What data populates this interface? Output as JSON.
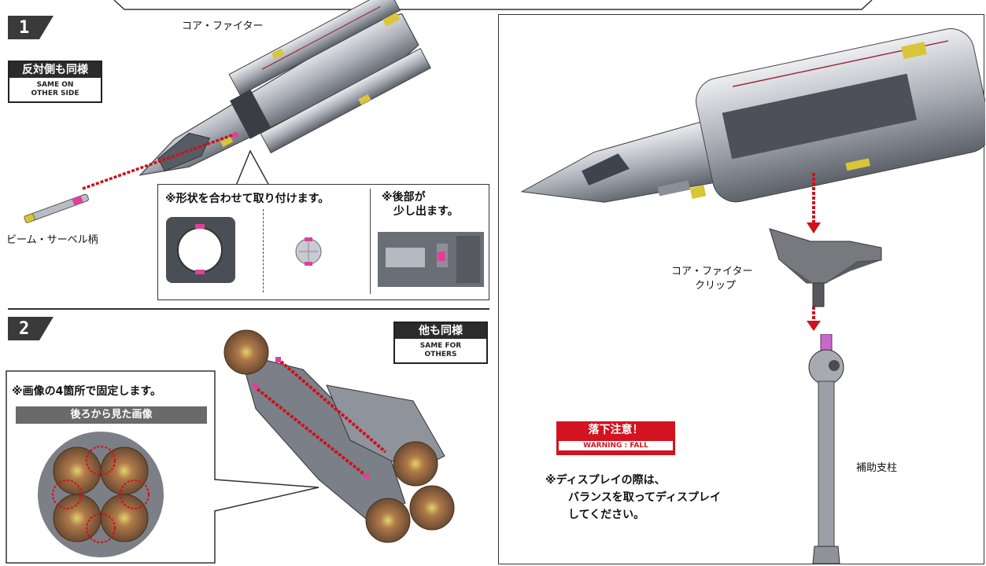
{
  "step1": {
    "number": "1",
    "core_fighter_label": "コア・ファイター",
    "same_other_side": {
      "title": "反対側も同様",
      "subtitle_line1": "SAME ON",
      "subtitle_line2": "OTHER SIDE"
    },
    "beam_saber_label": "ビーム・サーベル柄",
    "note_shape": "※形状を合わせて取り付けます。",
    "note_rear_line1": "※後部が",
    "note_rear_line2": "少し出ます。"
  },
  "step2": {
    "number": "2",
    "same_others": {
      "title": "他も同様",
      "subtitle_line1": "SAME FOR",
      "subtitle_line2": "OTHERS"
    },
    "note_fix": "※画像の4箇所で固定します。",
    "rear_view_label": "後ろから見た画像"
  },
  "right_panel": {
    "clip_label_line1": "コア・ファイター",
    "clip_label_line2": "クリップ",
    "support_label": "補助支柱",
    "warning_title": "落下注意！",
    "warning_subtitle": "WARNING : FALL",
    "display_note_line1": "※ディスプレイの際は、",
    "display_note_line2": "バランスを取ってディスプレイ",
    "display_note_line3": "してください。"
  },
  "colors": {
    "accent_pink": "#e0409a",
    "warning_red": "#d3131f",
    "dark": "#2b2b2b",
    "arrow_red": "#d0101c"
  }
}
